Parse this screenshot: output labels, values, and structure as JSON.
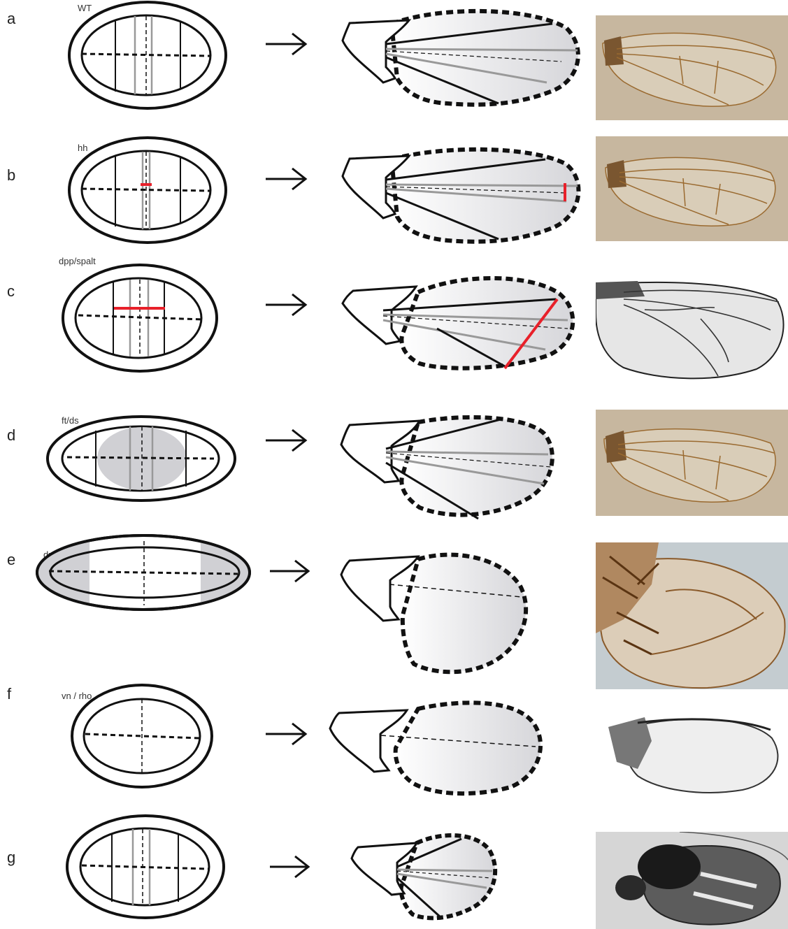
{
  "panels": [
    {
      "letter": "a",
      "genotype": "WT"
    },
    {
      "letter": "b",
      "genotype": "hh"
    },
    {
      "letter": "c",
      "genotype": "dpp/spalt"
    },
    {
      "letter": "d",
      "genotype": "ft/ds"
    },
    {
      "letter": "e",
      "genotype": "dpp/brk"
    },
    {
      "letter": "f",
      "genotype": "vn / rho"
    },
    {
      "letter": "g",
      "genotype": ""
    }
  ],
  "colors": {
    "outline": "#111111",
    "vein_grey": "#999999",
    "highlight_red": "#e8202a",
    "shaded_region": "#d0d0d4",
    "wing_photo_tan": "#c9b9a0",
    "wing_photo_grey": "#e4e4e4",
    "wing_photo_dark": "#3a3a3a"
  },
  "icons": {
    "arrow": "right-arrow-icon"
  }
}
